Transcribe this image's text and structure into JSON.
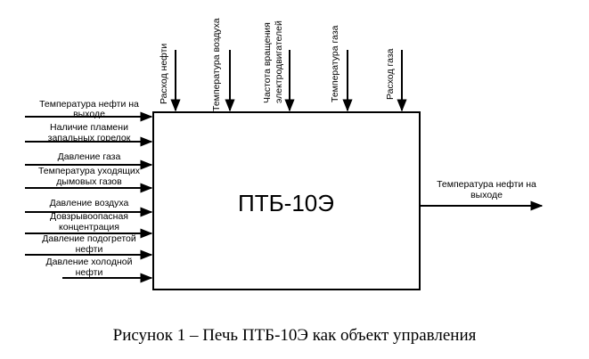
{
  "block": {
    "title": "ПТБ-10Э"
  },
  "top_inputs": [
    {
      "text": "Расход нефти"
    },
    {
      "text": "Температура воздуха"
    },
    {
      "line1": "Частота вращения",
      "line2": "электродвигателей"
    },
    {
      "text": "Температура газа"
    },
    {
      "text": "Расход газа"
    }
  ],
  "left_inputs": [
    {
      "line1": "Температура нефти на",
      "line2": "выходе"
    },
    {
      "line1": "Наличие пламени",
      "line2": "запальных горелок"
    },
    {
      "line1": "Давление газа"
    },
    {
      "line1": "Температура уходящих",
      "line2": "дымовых газов"
    },
    {
      "line1": "Давление воздуха"
    },
    {
      "line1": "Довзрывоопасная",
      "line2": "концентрация"
    },
    {
      "line1": "Давление подогретой",
      "line2": "нефти"
    },
    {
      "line1": "Давление холодной",
      "line2": "нефти"
    }
  ],
  "output": {
    "line1": "Температура нефти на",
    "line2": "выходе"
  },
  "caption": "Рисунок 1 – Печь ПТБ-10Э как объект управления"
}
